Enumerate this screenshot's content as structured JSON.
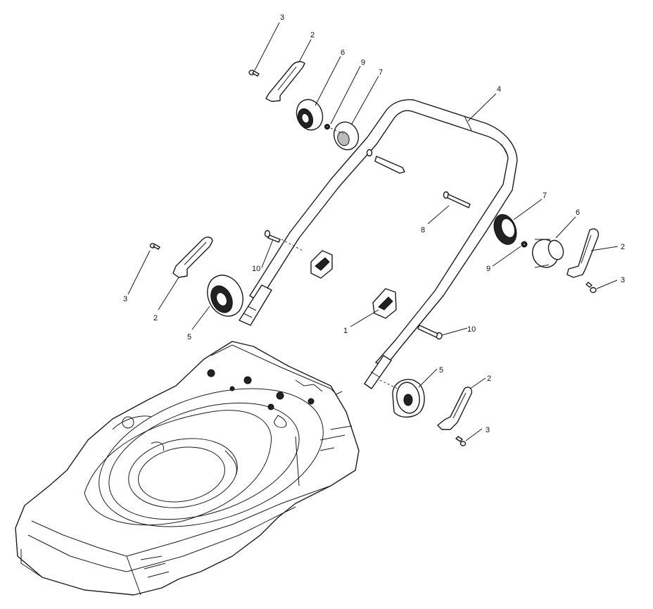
{
  "callouts": [
    {
      "id": "c-3-top",
      "label": "3"
    },
    {
      "id": "c-2-top",
      "label": "2"
    },
    {
      "id": "c-6-top",
      "label": "6"
    },
    {
      "id": "c-9-top",
      "label": "9"
    },
    {
      "id": "c-7-top",
      "label": "7"
    },
    {
      "id": "c-4",
      "label": "4"
    },
    {
      "id": "c-7-right",
      "label": "7"
    },
    {
      "id": "c-6-right",
      "label": "6"
    },
    {
      "id": "c-8",
      "label": "8"
    },
    {
      "id": "c-2-right",
      "label": "2"
    },
    {
      "id": "c-9-right",
      "label": "9"
    },
    {
      "id": "c-3-right",
      "label": "3"
    },
    {
      "id": "c-10-left",
      "label": "10"
    },
    {
      "id": "c-3-left",
      "label": "3"
    },
    {
      "id": "c-2-left",
      "label": "2"
    },
    {
      "id": "c-5-left",
      "label": "5"
    },
    {
      "id": "c-1",
      "label": "1"
    },
    {
      "id": "c-10-right",
      "label": "10"
    },
    {
      "id": "c-5-right",
      "label": "5"
    },
    {
      "id": "c-2-bottom",
      "label": "2"
    },
    {
      "id": "c-3-bottom",
      "label": "3"
    }
  ]
}
